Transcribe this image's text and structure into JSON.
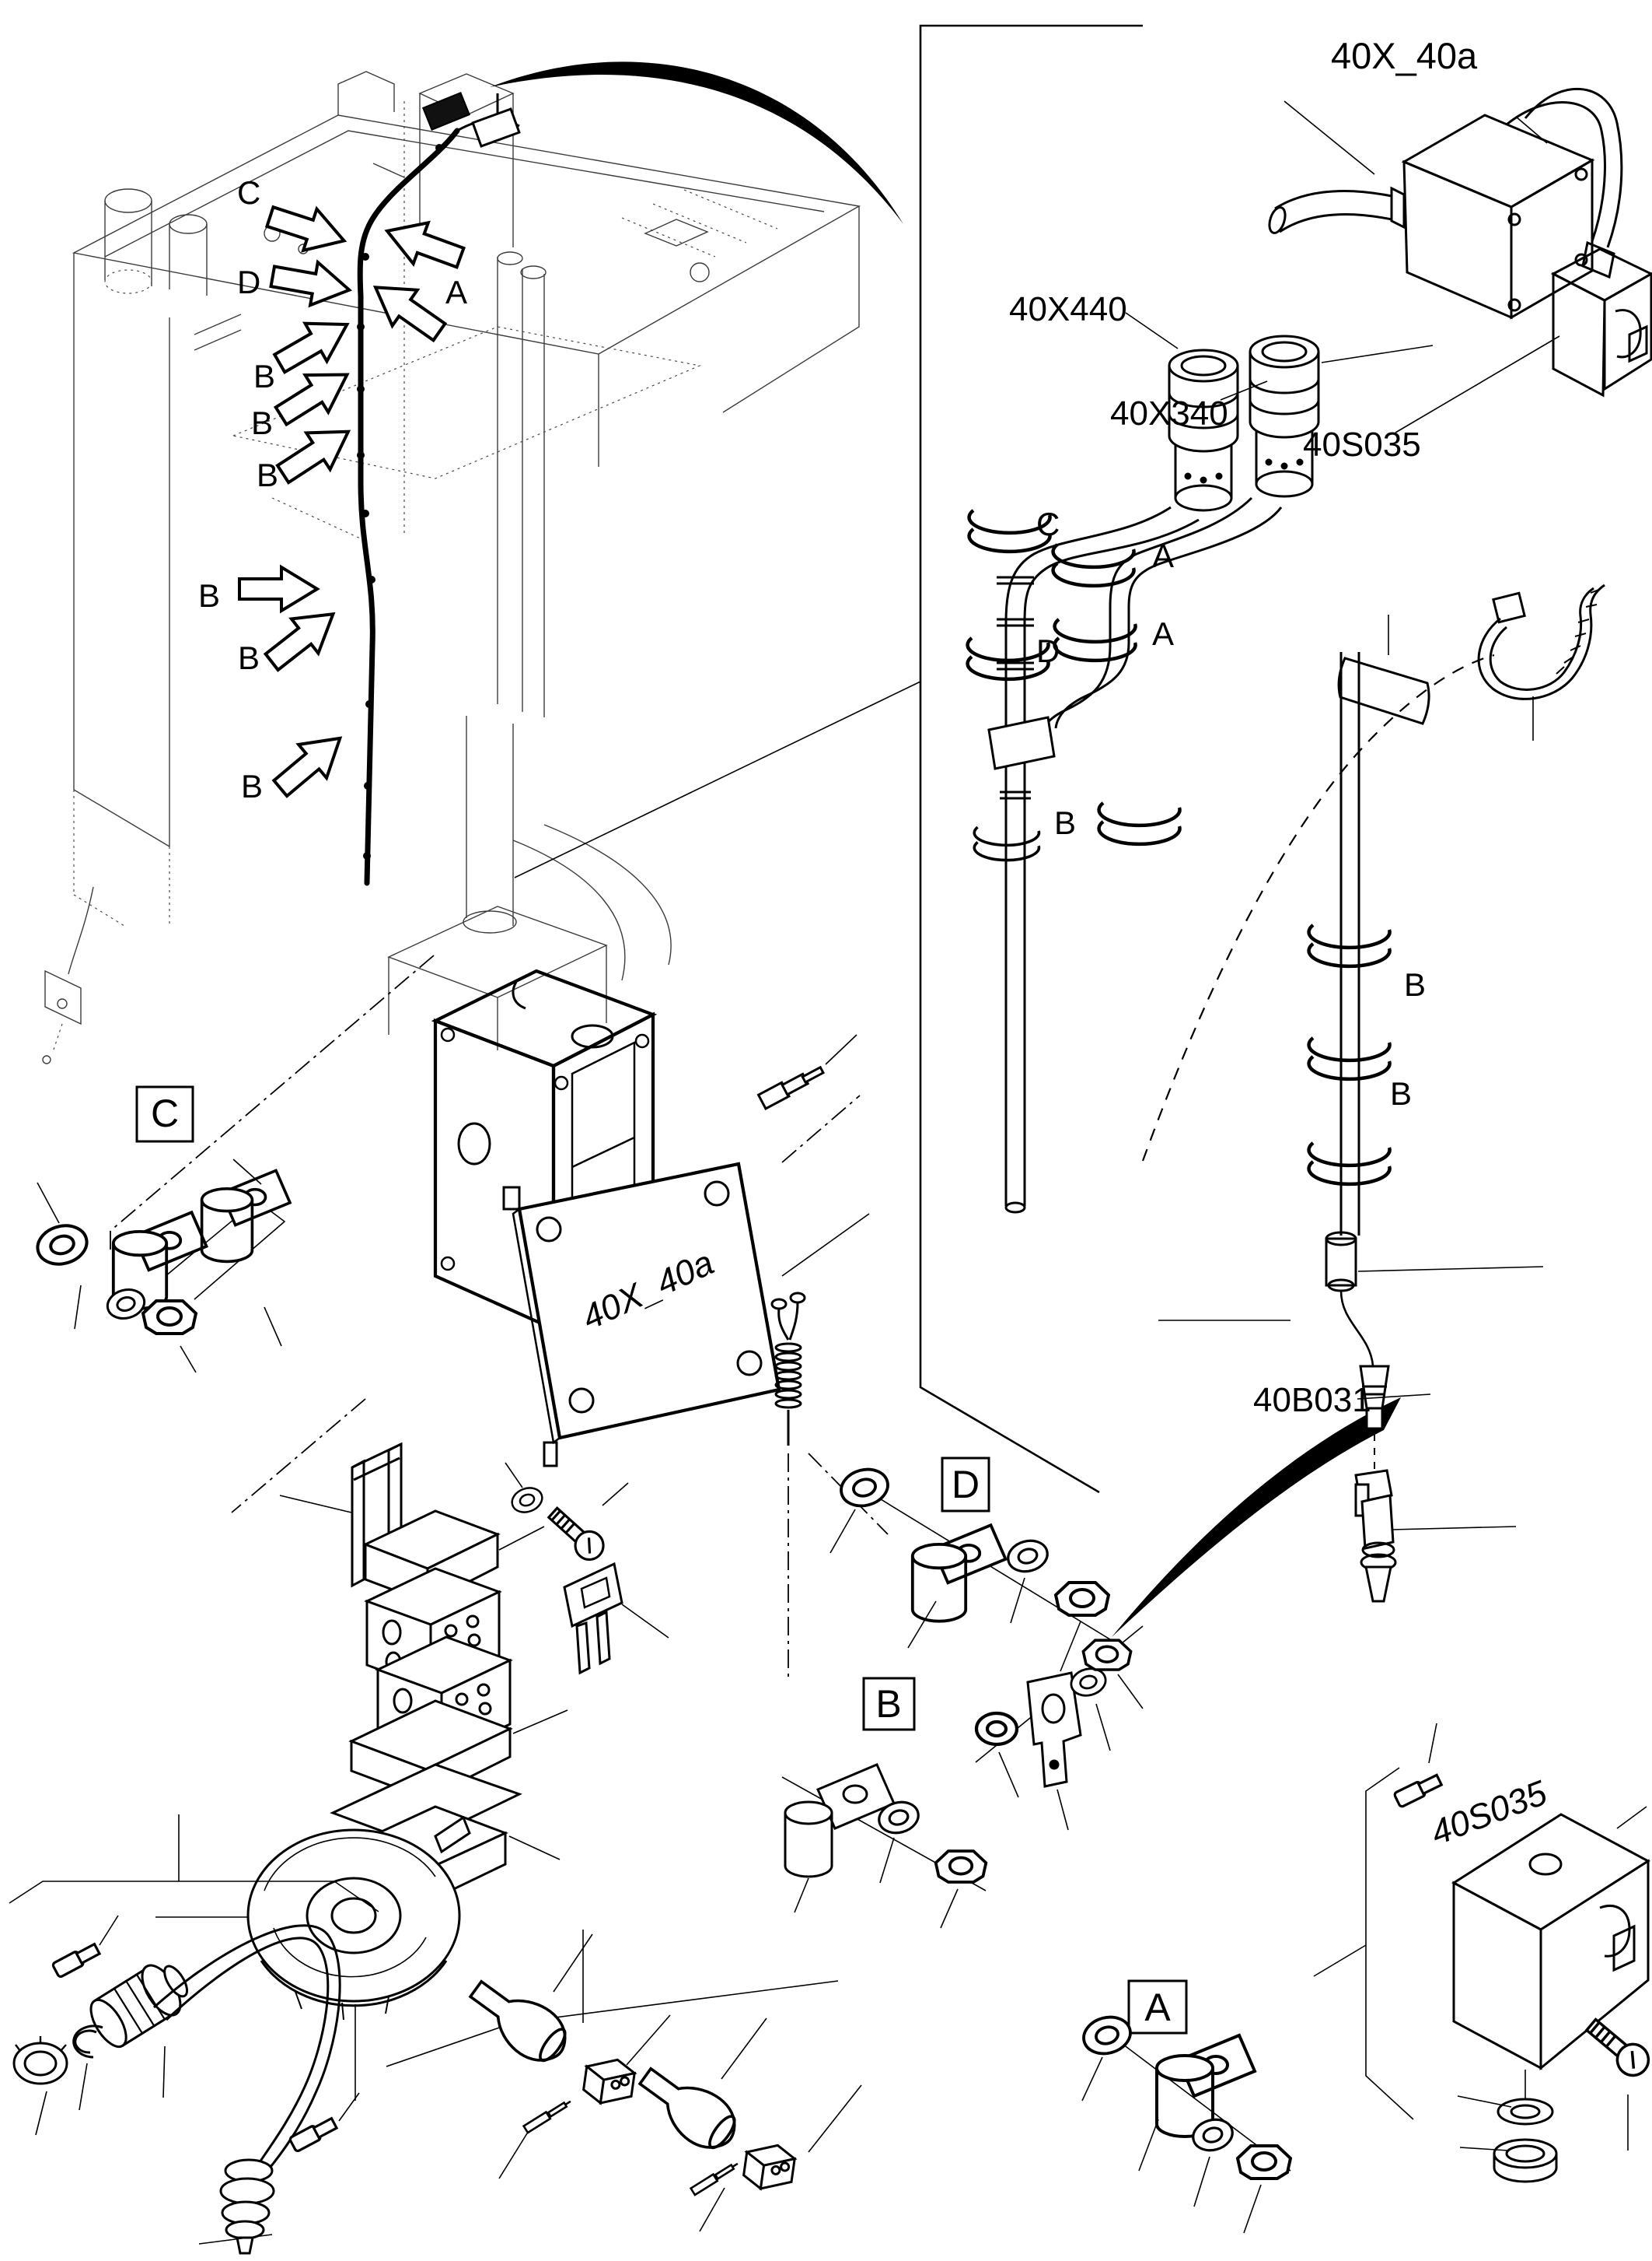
{
  "diagram": {
    "machine_callouts": [
      {
        "letter": "C"
      },
      {
        "letter": "D"
      },
      {
        "letter": "A"
      },
      {
        "letter": "B"
      },
      {
        "letter": "B"
      },
      {
        "letter": "B"
      },
      {
        "letter": "B"
      },
      {
        "letter": "B"
      },
      {
        "letter": "B"
      }
    ],
    "route_markers": [
      {
        "letter": "C"
      },
      {
        "letter": "A"
      },
      {
        "letter": "A"
      },
      {
        "letter": "D"
      },
      {
        "letter": "B"
      },
      {
        "letter": "B"
      },
      {
        "letter": "B"
      }
    ],
    "group_boxes": [
      {
        "letter": "C"
      },
      {
        "letter": "D"
      },
      {
        "letter": "B"
      },
      {
        "letter": "A"
      }
    ],
    "part_labels": {
      "junction_box": "40X_40a",
      "connector_a": "40X440",
      "connector_b": "40X340",
      "switch": "40S035",
      "sensor": "40B031",
      "cover_plate": "40X_40a",
      "switch_bottom": "40S035"
    }
  }
}
